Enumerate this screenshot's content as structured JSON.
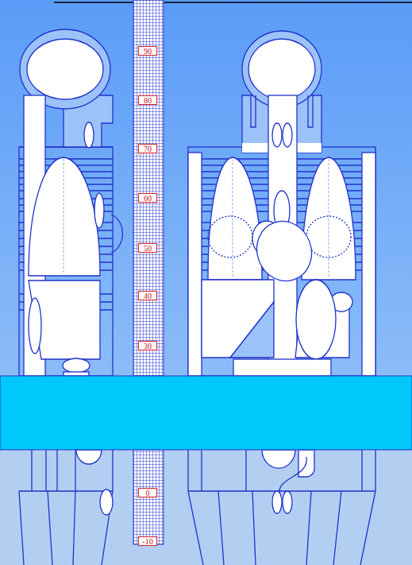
{
  "diagram": {
    "labels": [
      "90",
      "80",
      "70",
      "60",
      "50",
      "40",
      "30",
      "0",
      "-10"
    ]
  }
}
